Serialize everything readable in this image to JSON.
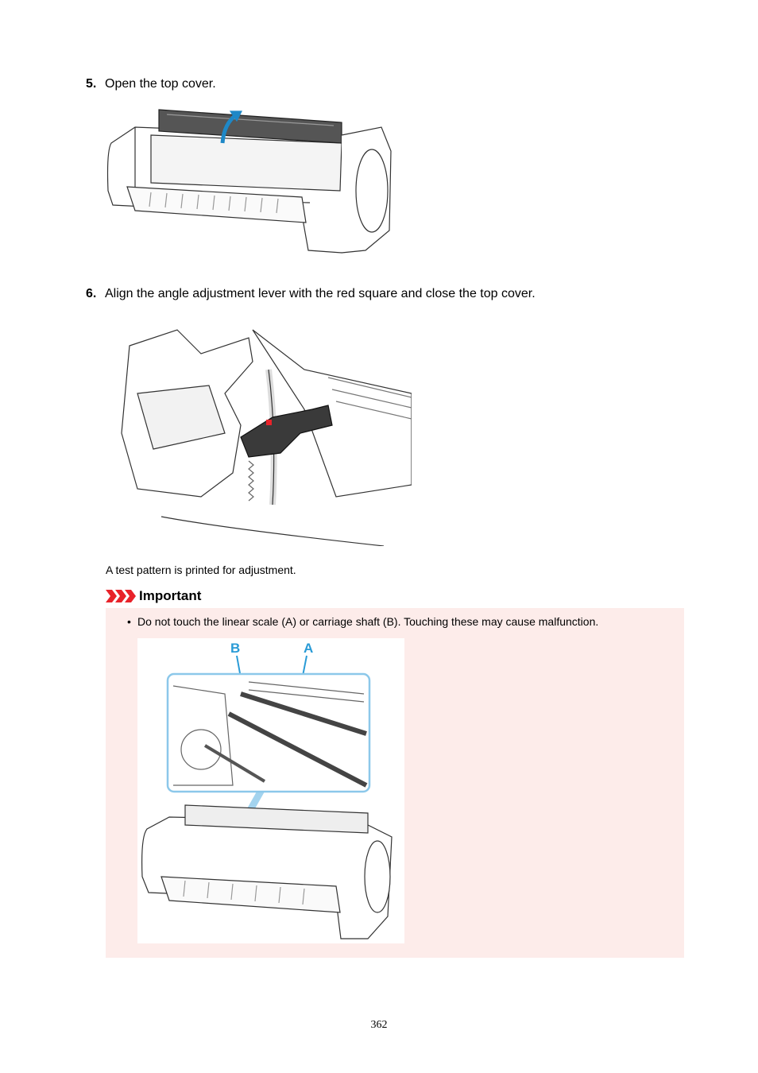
{
  "steps": [
    {
      "number": "5.",
      "text": "Open the top cover."
    },
    {
      "number": "6.",
      "text": "Align the angle adjustment lever with the red square and close the top cover."
    }
  ],
  "note": "A test pattern is printed for adjustment.",
  "important": {
    "heading": "Important",
    "icon": "triple-chevron-icon",
    "color": "#e8232a",
    "bullet": "Do not touch the linear scale (A) or carriage shaft (B). Touching these may cause malfunction.",
    "label_a": "A",
    "label_b": "B",
    "label_color": "#2a9bd6"
  },
  "page_number": "362"
}
